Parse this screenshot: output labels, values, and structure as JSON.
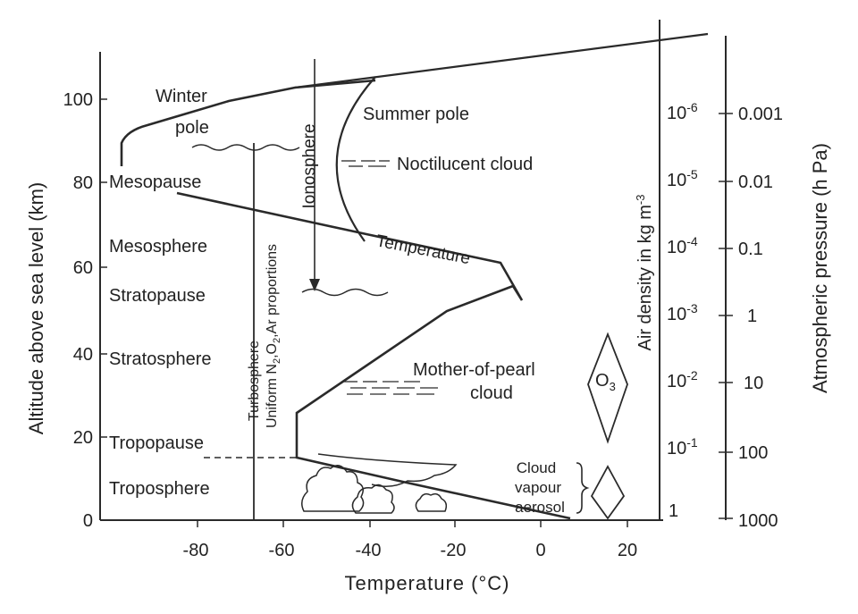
{
  "axes": {
    "left_title": "Altitude above sea level (km)",
    "bottom_title": "Temperature (°C)",
    "density_title": "Air density in kg m",
    "density_title_exp": "-3",
    "pressure_title": "Atmospheric pressure (h Pa)",
    "altitude_ticks": [
      "0",
      "20",
      "40",
      "60",
      "80",
      "100"
    ],
    "temperature_ticks": [
      "-80",
      "-60",
      "-40",
      "-20",
      "0",
      "20"
    ],
    "density_ticks": [
      {
        "base": "10",
        "exp": "-6"
      },
      {
        "base": "10",
        "exp": "-5"
      },
      {
        "base": "10",
        "exp": "-4"
      },
      {
        "base": "10",
        "exp": "-3"
      },
      {
        "base": "10",
        "exp": "-2"
      },
      {
        "base": "10",
        "exp": "-1"
      },
      {
        "base": "1",
        "exp": ""
      }
    ],
    "pressure_ticks": [
      "0.001",
      "0.01",
      "0.1",
      "1",
      "10",
      "100",
      "1000"
    ]
  },
  "layers": {
    "mesopause": "Mesopause",
    "mesosphere": "Mesosphere",
    "stratopause": "Stratopause",
    "stratosphere": "Stratosphere",
    "tropopause": "Tropopause",
    "troposphere": "Troposphere"
  },
  "labels": {
    "winter_pole_1": "Winter",
    "winter_pole_2": "pole",
    "summer_pole": "Summer pole",
    "noctilucent": "Noctilucent cloud",
    "ionosphere": "Ionosphere",
    "temperature": "Temperature",
    "mother_of_pearl_1": "Mother-of-pearl",
    "mother_of_pearl_2": "cloud",
    "ozone_base": "O",
    "ozone_sub": "3",
    "cloud_1": "Cloud",
    "cloud_2": "vapour",
    "cloud_3": "aerosol",
    "turbosphere": "Turbosphere",
    "uniform_prefix": "Uniform N",
    "uniform_n_sub": "2",
    "uniform_sep": ",O",
    "uniform_o_sub": "2",
    "uniform_suffix": ",Ar proportions"
  }
}
